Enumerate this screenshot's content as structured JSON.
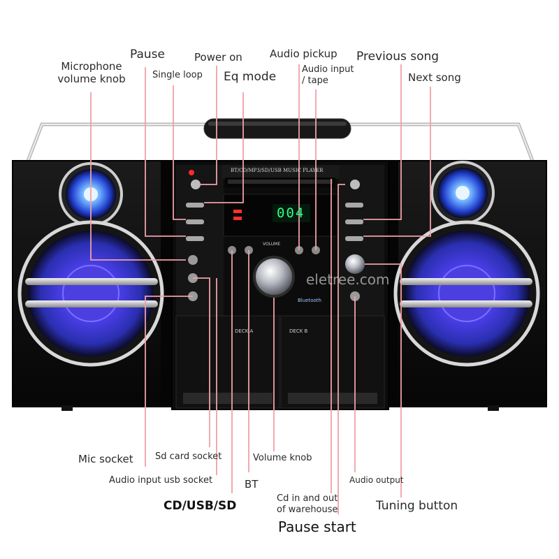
{
  "callouts": {
    "microphone_volume_knob": "Microphone\nvolume knob",
    "pause": "Pause",
    "power_on": "Power on",
    "single_loop": "Single loop",
    "eq_mode": "Eq mode",
    "audio_pickup": "Audio pickup",
    "audio_input_tape": "Audio input\n/ tape",
    "previous_song": "Previous song",
    "next_song": "Next song",
    "mic_socket": "Mic socket",
    "sd_card_socket": "Sd card socket",
    "audio_input_usb_socket": "Audio input usb socket",
    "cd_usb_sd": "CD/USB/SD",
    "bt": "BT",
    "volume_knob": "Volume knob",
    "cd_in_out_warehouse": "Cd in and out\nof warehouse",
    "pause_start": "Pause start",
    "audio_output": "Audio output",
    "tuning_button": "Tuning button"
  },
  "device": {
    "display_value": "004",
    "cd_slot_label": "BT/CD/MP3/SD/USB MUSIC PLAYER",
    "deck_a": "DECK A",
    "deck_b": "DECK B",
    "volume_label": "VOLUME",
    "bluetooth_label": "Bluetooth",
    "watermark": "eletree.com"
  },
  "colors": {
    "callout_line": "#f0a0a8",
    "speaker_glow": "#3a46e0",
    "lcd_green": "#33ff88",
    "body": "#101010"
  }
}
